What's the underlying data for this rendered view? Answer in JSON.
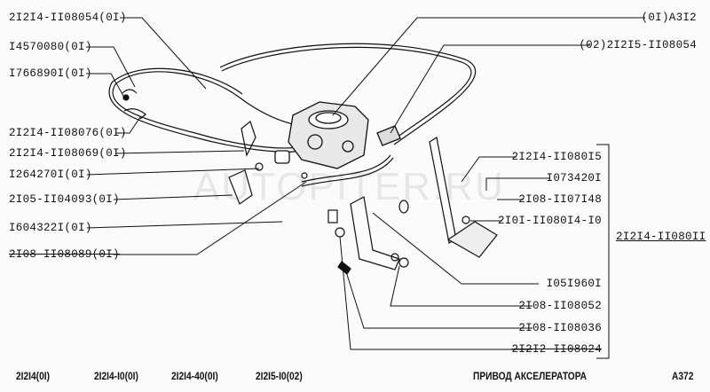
{
  "watermark": "AUTOPITER.RU",
  "labels_left": [
    "2I2I4-II08054(0I)",
    "I4570080(0I)",
    "I766890I(0I)",
    "2I2I4-II08076(0I)",
    "2I2I4-II08069(0I)",
    "I264270I(0I)",
    "2I05-II04093(0I)",
    "I604322I(0I)",
    "2I08-II08089(0I)"
  ],
  "labels_right_top": [
    "(0I)A3I2",
    "(02)2I2I5-II08054"
  ],
  "labels_right_group": [
    "2I2I4-II080I5",
    "I073420I",
    "2I08-II07I48",
    "2I0I-II080I4-I0",
    "I05I960I",
    "2I08-II08052",
    "2I08-II08036",
    "2I2I2-II08024"
  ],
  "assembly_label": "2I2I4-II080II",
  "footer": {
    "models": [
      "2I2I4(0I)",
      "2I2I4-I0(0I)",
      "2I2I4-40(0I)",
      "2I2I5-I0(02)"
    ],
    "title": "ПРИВОД АКСЕЛЕРАТОРА",
    "code": "A372"
  }
}
